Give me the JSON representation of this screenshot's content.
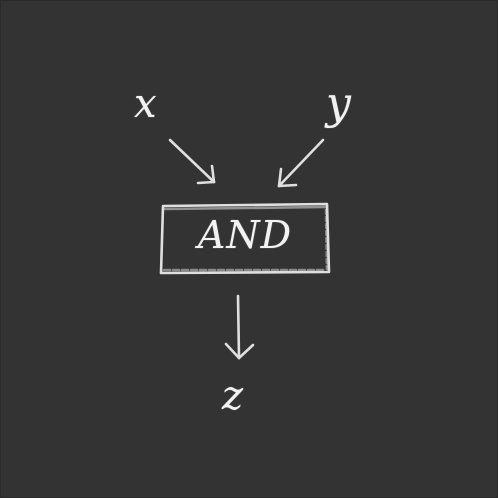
{
  "diagram": {
    "inputs": [
      {
        "id": "input-x",
        "label": "x"
      },
      {
        "id": "input-y",
        "label": "y"
      }
    ],
    "gate": {
      "label": "AND"
    },
    "output": {
      "id": "output-z",
      "label": "z"
    }
  },
  "colors": {
    "background": "#333333",
    "chalk": "#f2f2f2"
  }
}
